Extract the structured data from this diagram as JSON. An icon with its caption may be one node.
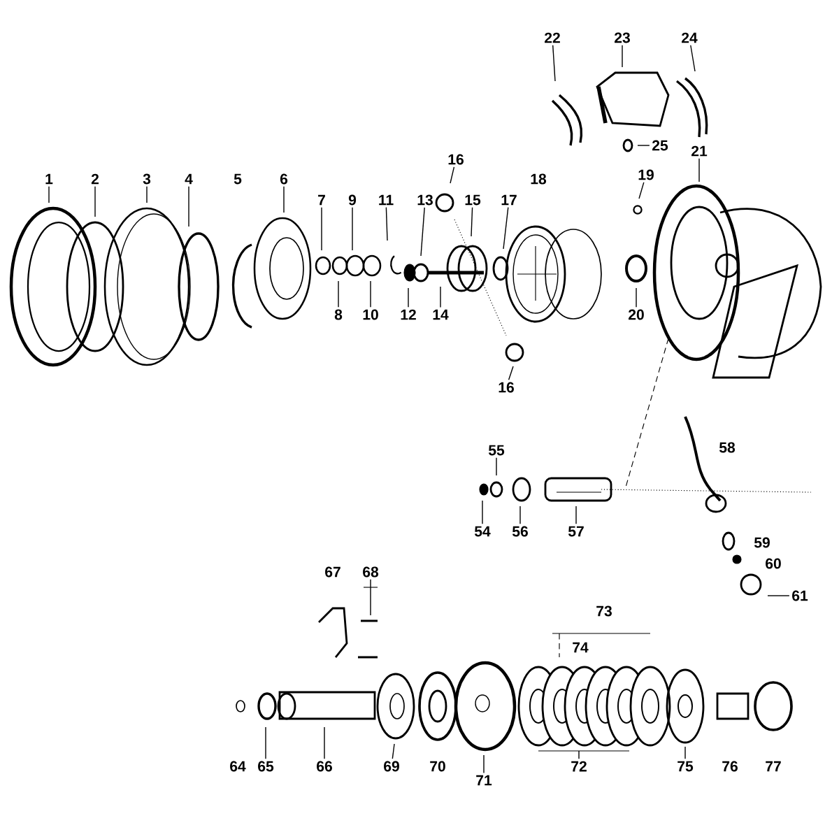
{
  "diagram": {
    "nodes": [
      {
        "text": [
          "22"
        ]
      },
      {
        "text": [
          "23"
        ]
      },
      {
        "text": [
          "24"
        ]
      },
      {
        "text": [
          "25"
        ]
      },
      {
        "text": [
          "16"
        ]
      },
      {
        "text": [
          "19"
        ]
      },
      {
        "text": [
          "21"
        ]
      },
      {
        "text": [
          "1"
        ]
      },
      {
        "text": [
          "2"
        ]
      },
      {
        "text": [
          "3"
        ]
      },
      {
        "text": [
          "4"
        ]
      },
      {
        "text": [
          "6"
        ]
      },
      {
        "text": [
          "7"
        ]
      },
      {
        "text": [
          "9"
        ]
      },
      {
        "text": [
          "11"
        ]
      },
      {
        "text": [
          "15"
        ]
      },
      {
        "text": [
          "8"
        ]
      },
      {
        "text": [
          "10"
        ]
      },
      {
        "text": [
          "13"
        ]
      },
      {
        "text": [
          "17"
        ]
      },
      {
        "text": [
          "12"
        ]
      },
      {
        "text": [
          "14"
        ]
      },
      {
        "text": [
          "20"
        ]
      },
      {
        "text": [
          "16"
        ]
      },
      {
        "text": [
          "55"
        ]
      },
      {
        "text": [
          "54"
        ]
      },
      {
        "text": [
          "56"
        ]
      },
      {
        "text": [
          "57"
        ]
      },
      {
        "text": [
          "61"
        ]
      },
      {
        "text": [
          "68"
        ]
      },
      {
        "text": [
          "65"
        ]
      },
      {
        "text": [
          "66"
        ]
      },
      {
        "text": [
          "69"
        ]
      },
      {
        "text": [
          "71"
        ]
      },
      {
        "text": [
          "72"
        ]
      },
      {
        "text": [
          "75"
        ]
      }
    ],
    "edges": [
      {
        "from": 0,
        "to": null,
        "arrow": "none"
      },
      {
        "from": 1,
        "to": null,
        "arrow": "none"
      },
      {
        "from": 2,
        "to": null,
        "arrow": "none"
      },
      {
        "from": 3,
        "to": null,
        "arrow": "none"
      },
      {
        "from": 4,
        "to": null,
        "arrow": "none"
      },
      {
        "from": 5,
        "to": null,
        "arrow": "none"
      },
      {
        "from": 6,
        "to": null,
        "arrow": "none"
      },
      {
        "from": 7,
        "to": null,
        "arrow": "none"
      },
      {
        "from": 8,
        "to": null,
        "arrow": "none"
      },
      {
        "from": 9,
        "to": null,
        "arrow": "none"
      },
      {
        "from": 10,
        "to": null,
        "arrow": "none"
      },
      {
        "from": 11,
        "to": null,
        "arrow": "none"
      },
      {
        "from": 12,
        "to": null,
        "arrow": "none"
      },
      {
        "from": 13,
        "to": null,
        "arrow": "none"
      },
      {
        "from": 14,
        "to": null,
        "arrow": "none"
      },
      {
        "from": 15,
        "to": null,
        "arrow": "none"
      },
      {
        "from": 16,
        "to": null,
        "arrow": "none"
      },
      {
        "from": 17,
        "to": null,
        "arrow": "none"
      },
      {
        "from": 18,
        "to": null,
        "arrow": "none"
      },
      {
        "from": 19,
        "to": null,
        "arrow": "none"
      },
      {
        "from": 20,
        "to": null,
        "arrow": "none"
      },
      {
        "from": 21,
        "to": null,
        "arrow": "none"
      },
      {
        "from": 22,
        "to": null,
        "arrow": "none"
      },
      {
        "from": 23,
        "to": null,
        "arrow": "none"
      },
      {
        "from": 24,
        "to": null,
        "arrow": "none"
      },
      {
        "from": 25,
        "to": null,
        "arrow": "none"
      },
      {
        "from": 26,
        "to": null,
        "arrow": "none"
      },
      {
        "from": 27,
        "to": null,
        "arrow": "none"
      },
      {
        "from": 28,
        "to": null,
        "arrow": "none"
      },
      {
        "from": 29,
        "to": null,
        "arrow": "none"
      },
      {
        "from": 30,
        "to": null,
        "arrow": "none"
      },
      {
        "from": 31,
        "to": null,
        "arrow": "none"
      },
      {
        "from": 32,
        "to": null,
        "arrow": "none"
      },
      {
        "from": 33,
        "to": null,
        "arrow": "none"
      },
      {
        "from": 34,
        "to": null,
        "arrow": "none"
      },
      {
        "from": 35,
        "to": null,
        "arrow": "none"
      }
    ],
    "labels": [
      "5",
      "18",
      "58",
      "59",
      "60",
      "67",
      "73",
      "74",
      "64",
      "70",
      "76",
      "77"
    ]
  }
}
